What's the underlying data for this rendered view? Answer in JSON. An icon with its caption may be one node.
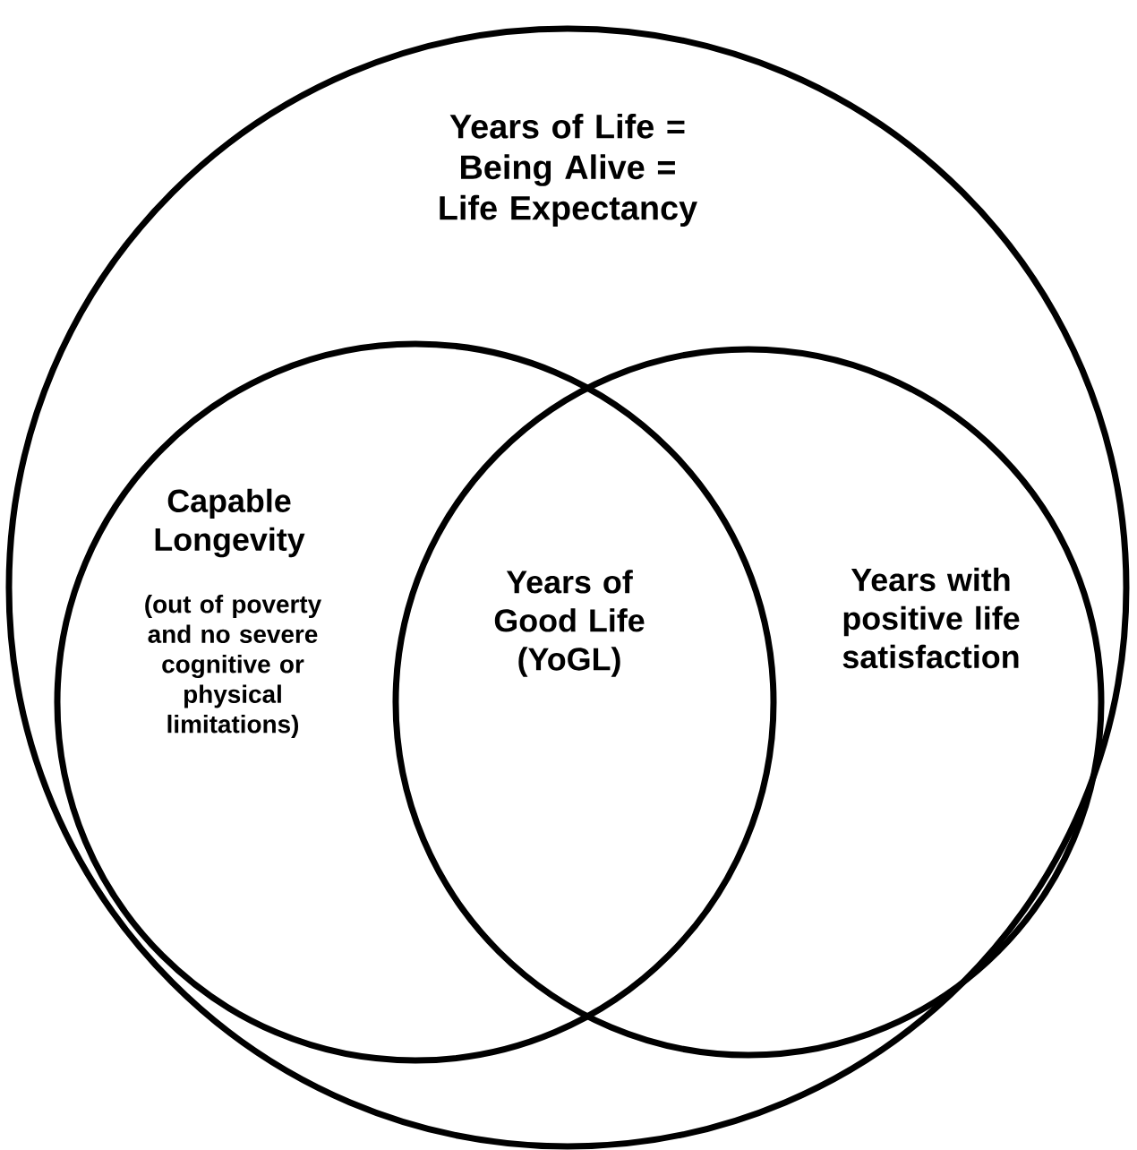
{
  "diagram": {
    "nodes": [
      {
        "text": [
          "Years of Life = Being Alive = Life Expectancy"
        ]
      },
      {
        "text": [
          "Capable Longevity",
          "(out of poverty and no severe cognitive or physical limitations)"
        ],
        "in": 0
      },
      {
        "text": [
          "Years with positive life satisfaction"
        ],
        "in": 0
      },
      {
        "text": [
          "Years of Good Life (YoGL)"
        ]
      }
    ]
  }
}
